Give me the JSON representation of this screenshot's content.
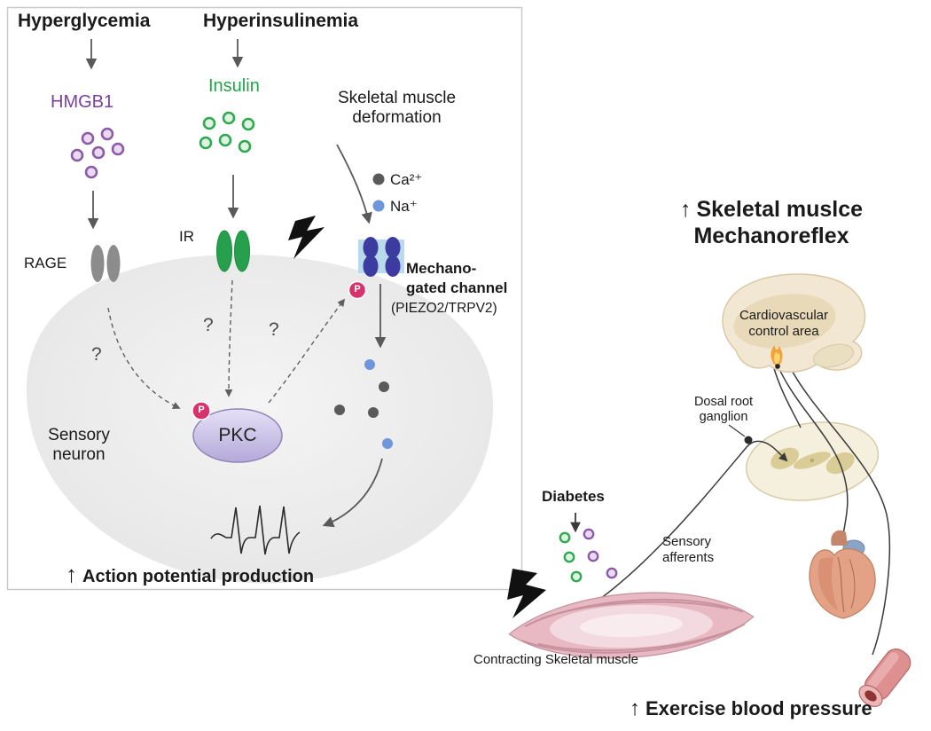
{
  "colors": {
    "purple": "#7B3FA0",
    "green": "#1FA64A",
    "receptor_gray": "#8C8C8C",
    "channel_blue": "#3C3CA0",
    "membrane_blue": "#B9D9EC",
    "phospho_pink": "#D6336C",
    "pkc_fill": "#CFC6EA",
    "ion_gray": "#5A5A5A",
    "ion_blue": "#6E96DC",
    "neuron_gray": "#EBEBEB",
    "brain_beige": "#F1E7D2",
    "cord_beige": "#F5EFDE",
    "gray_matter": "#D9CC96",
    "muscle_pink": "#E8B9C3",
    "heart_salmon": "#E3A285",
    "vessel_red": "#DE9090",
    "arrow_gray": "#595959"
  },
  "left_panel": {
    "hyperglycemia": "Hyperglycemia",
    "hyperinsulinemia": "Hyperinsulinemia",
    "hmgb1": "HMGB1",
    "insulin": "Insulin",
    "deformation_line1": "Skeletal muscle",
    "deformation_line2": "deformation",
    "ca_label": "Ca²⁺",
    "na_label": "Na⁺",
    "rage_label": "RAGE",
    "ir_label": "IR",
    "channel_line1": "Mechano-",
    "channel_line2": "gated channel",
    "channel_line3": "(PIEZO2/TRPV2)",
    "phospho": "P",
    "pkc_label": "PKC",
    "sensory_line1": "Sensory",
    "sensory_line2": "neuron",
    "question_mark": "?",
    "up_arrow": "↑",
    "action_potential": "Action potential production"
  },
  "right_panel": {
    "up_arrow": "↑",
    "title_line1": "Skeletal muslce",
    "title_line2": "Mechanoreflex",
    "cva_line1": "Cardiovascular",
    "cva_line2": "control area",
    "drg_line1": "Dosal root",
    "drg_line2": "ganglion",
    "diabetes": "Diabetes",
    "afferents_line1": "Sensory",
    "afferents_line2": "afferents",
    "muscle_caption": "Contracting Skeletal muscle",
    "exercise_bp": "Exercise blood pressure"
  }
}
